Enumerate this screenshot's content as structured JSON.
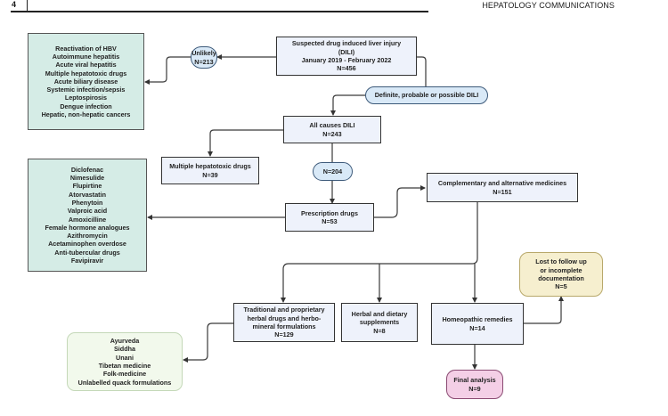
{
  "header": {
    "page_number": "4",
    "journal": "HEPATOLOGY COMMUNICATIONS"
  },
  "colors": {
    "rect_fill": "#eef2fb",
    "teal_fill": "#d5ece6",
    "pill_fill": "#d9e9f7",
    "cream_fill": "#f6efcf",
    "green_fill": "#f2f9ec",
    "pink_fill": "#f4cfe6"
  },
  "flowchart": {
    "suspected": {
      "lines": [
        "Suspected drug induced liver injury",
        "(DILI)",
        "January 2019 - February 2022",
        "N=456"
      ]
    },
    "unlikely": {
      "lines": [
        "Unlikely",
        "N=213"
      ]
    },
    "excluded_causes": {
      "lines": [
        "Reactivation of HBV",
        "Autoimmune hepatitis",
        "Acute viral hepatitis",
        "Multiple hepatotoxic drugs",
        "Acute biliary disease",
        "Systemic infection/sepsis",
        "Leptospirosis",
        "Dengue infection",
        "Hepatic, non-hepatic cancers"
      ]
    },
    "definite": {
      "lines": [
        "Definite, probable or possible DILI"
      ]
    },
    "all_causes": {
      "lines": [
        "All causes DILI",
        "N=243"
      ]
    },
    "multiple_drugs": {
      "lines": [
        "Multiple hepatotoxic drugs",
        "N=39"
      ]
    },
    "n204": {
      "lines": [
        "N=204"
      ]
    },
    "prescription": {
      "lines": [
        "Prescription drugs",
        "N=53"
      ]
    },
    "prescription_list": {
      "lines": [
        "Diclofenac",
        "Nimesulide",
        "Flupirtine",
        "Atorvastatin",
        "Phenytoin",
        "Valproic acid",
        "Amoxicilline",
        "Female hormone analogues",
        "Azithromycin",
        "Acetaminophen overdose",
        "Anti-tubercular drugs",
        "Favipiravir"
      ]
    },
    "cam": {
      "lines": [
        "Complementary and alternative medicines",
        "N=151"
      ]
    },
    "traditional": {
      "lines": [
        "Traditional and proprietary",
        "herbal drugs and herbo-",
        "mineral formulations",
        "N=129"
      ]
    },
    "herbal": {
      "lines": [
        "Herbal and dietary",
        "supplements",
        "N=8"
      ]
    },
    "homeopathic": {
      "lines": [
        "Homeopathic remedies",
        "N=14"
      ]
    },
    "lost": {
      "lines": [
        "Lost to follow up",
        "or incomplete",
        "documentation",
        "N=5"
      ]
    },
    "final": {
      "lines": [
        "Final analysis",
        "N=9"
      ]
    },
    "traditional_list": {
      "lines": [
        "Ayurveda",
        "Siddha",
        "Unani",
        "Tibetan medicine",
        "Folk-medicine",
        "Unlabelled quack formulations"
      ]
    }
  }
}
